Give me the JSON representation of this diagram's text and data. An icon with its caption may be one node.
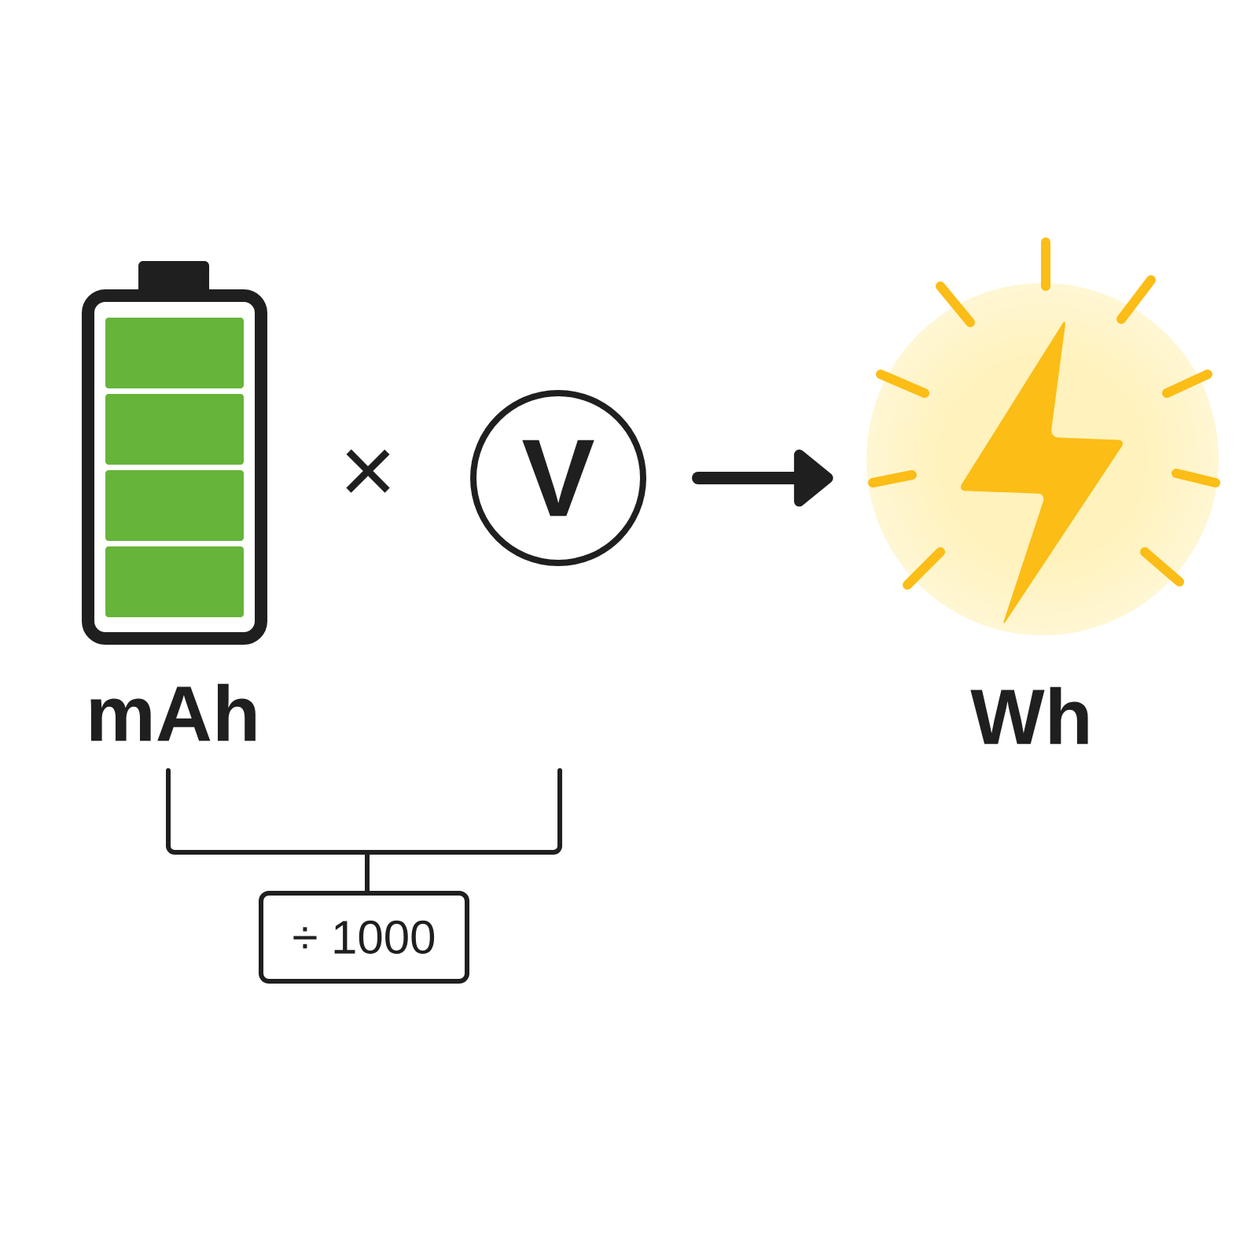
{
  "diagram": {
    "nodes": [
      {
        "text": [],
        "shape": "picture",
        "beside": [
          "mAh"
        ]
      },
      {
        "text": [
          "V"
        ]
      },
      {
        "text": [],
        "shape": "picture",
        "beside": [
          "Wh"
        ]
      },
      {
        "text": [
          "÷ 1000"
        ]
      }
    ],
    "edges": [
      {
        "from": 1,
        "to": 2,
        "arrow": "to"
      }
    ],
    "labels": [
      "×"
    ]
  }
}
